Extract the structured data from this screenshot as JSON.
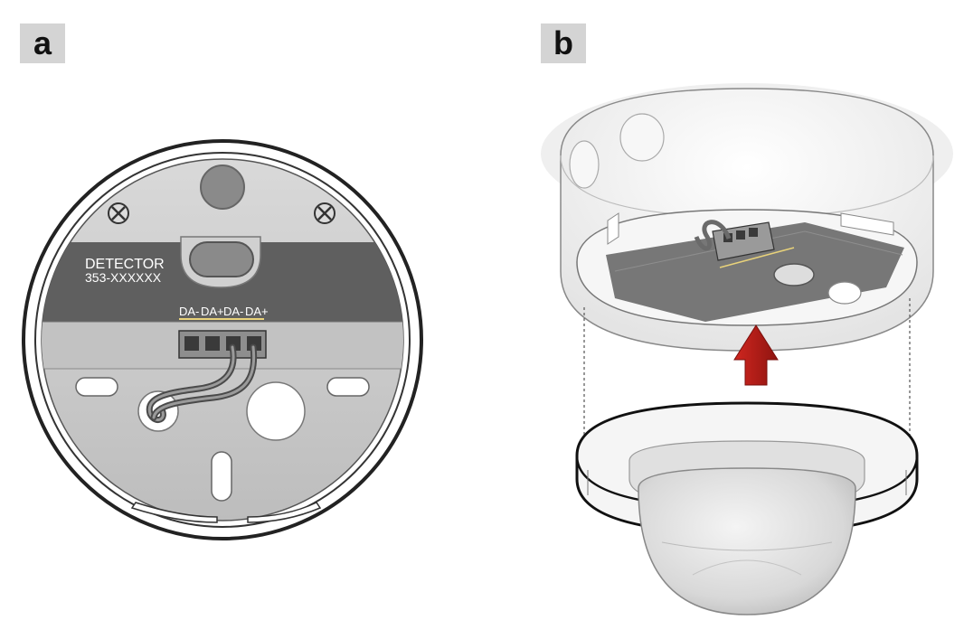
{
  "panels": {
    "a": {
      "label": "a"
    },
    "b": {
      "label": "b"
    }
  },
  "detector_plate": {
    "title": "DETECTOR",
    "part_number": "353-XXXXXX",
    "terminals": [
      "DA-",
      "DA+",
      "DA-",
      "DA+"
    ]
  },
  "colors": {
    "dark_plate": "#5f5f5f",
    "base_gray": "#c8c8c8",
    "terminal_underline": "#e8d27a",
    "arrow_red": "#d0261f"
  },
  "icons": {
    "screw": "screw-icon",
    "arrow": "arrow-up-icon"
  }
}
